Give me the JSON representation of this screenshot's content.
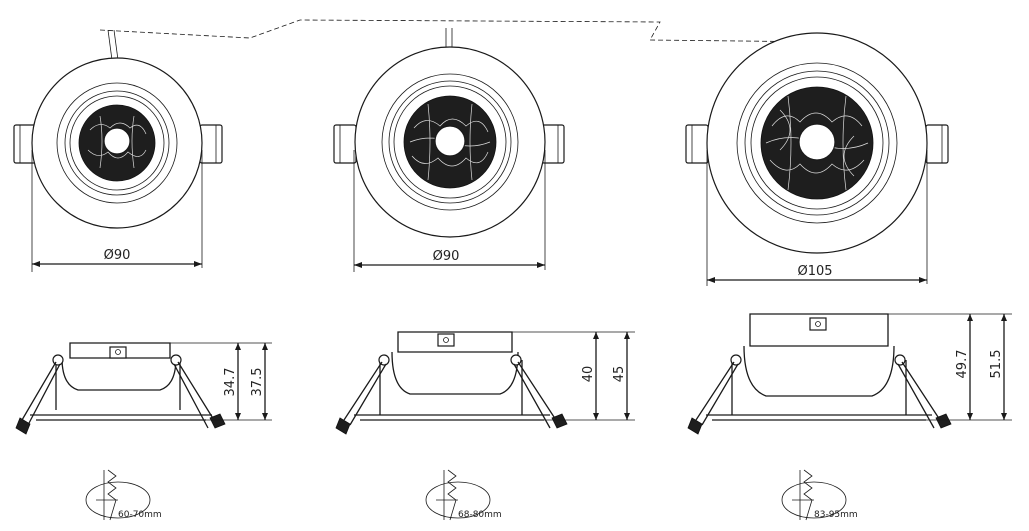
{
  "diagram": {
    "colors": {
      "line": "#1a1a1a",
      "lens": "#1e1e1e",
      "background": "#ffffff"
    },
    "models": [
      {
        "diameter_label": "Ø90",
        "total_height_label": "37.5",
        "body_height_label": "34.7",
        "cutout_label": "60-70mm"
      },
      {
        "diameter_label": "Ø90",
        "total_height_label": "45",
        "body_height_label": "40",
        "cutout_label": "68-80mm"
      },
      {
        "diameter_label": "Ø105",
        "total_height_label": "51.5",
        "body_height_label": "49.7",
        "cutout_label": "83-95mm"
      }
    ]
  }
}
